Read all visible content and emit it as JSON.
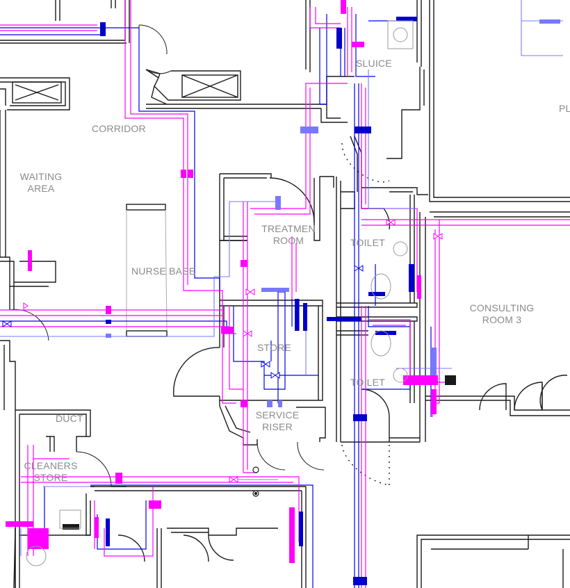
{
  "rooms": {
    "sluice": "SLUICE",
    "corridor": "CORRIDOR",
    "waiting_area": [
      "WAITING",
      "AREA"
    ],
    "nurse_base": "NURSE BASE",
    "treatment_room": [
      "TREATMEN",
      "ROOM"
    ],
    "toilet_upper": "TOILET",
    "toilet_lower": "TOILET",
    "store": "STORE",
    "service_riser": [
      "SERVICE",
      "RISER"
    ],
    "consulting_room": [
      "CONSULTING",
      "ROOM 3"
    ],
    "duct": "DUCT",
    "cleaners_store": [
      "CLEANERS",
      "STORE"
    ],
    "cut_label": "PL"
  },
  "colors": {
    "wall": "#1a1a1a",
    "hot_water": "#ff00ff",
    "cold_water": "#0000ee",
    "cold_return": "#7878ff",
    "dark_blue": "#0000cc",
    "label": "#8a8a8a"
  }
}
